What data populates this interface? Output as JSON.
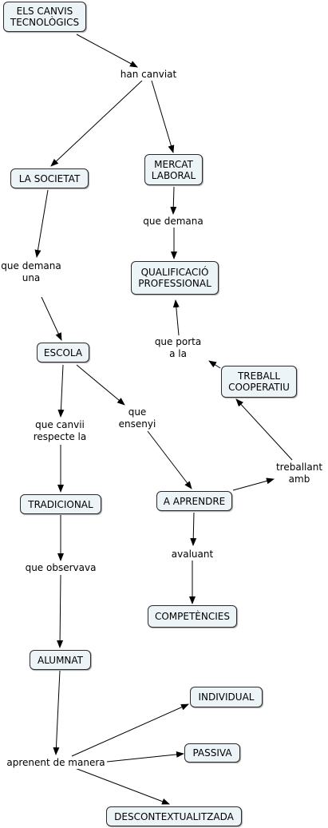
{
  "nodes": {
    "canvis": "ELS CANVIS\nTECNOLÒGICS",
    "societat": "LA SOCIETAT",
    "mercat": "MERCAT\nLABORAL",
    "qualificacio": "QUALIFICACIÓ\nPROFESSIONAL",
    "escola": "ESCOLA",
    "treball": "TREBALL\nCOOPERATIU",
    "tradicional": "TRADICIONAL",
    "aprendre": "A APRENDRE",
    "competencies": "COMPETÈNCIES",
    "alumnat": "ALUMNAT",
    "individual": "INDIVIDUAL",
    "passiva": "PASSIVA",
    "descontextualitzada": "DESCONTEXTUALITZADA"
  },
  "links": {
    "han_canviat": "han canviat",
    "que_demana_mercat": "que demana",
    "que_demana_una": "que demana\nuna",
    "que_porta": "que porta\na la",
    "que_ensenyi": "que\nensenyi",
    "que_canvii": "que canvii\nrespecte la",
    "treballant_amb": "treballant\namb",
    "avaluant": "avaluant",
    "que_observava": "que observava",
    "aprenent": "aprenent de manera"
  }
}
